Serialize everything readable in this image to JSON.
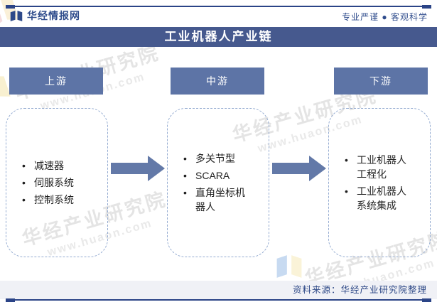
{
  "brand": {
    "name": "华经情报网",
    "tagline": "专业严谨 ● 客观科学"
  },
  "title": "工业机器人产业链",
  "chain": {
    "columns": [
      {
        "stage": "上游",
        "items": [
          "减速器",
          "伺服系统",
          "控制系统"
        ]
      },
      {
        "stage": "中游",
        "items": [
          "多关节型",
          "SCARA",
          "直角坐标机\n器人"
        ]
      },
      {
        "stage": "下游",
        "items": [
          "工业机器人\n工程化",
          "工业机器人\n系统集成"
        ]
      }
    ]
  },
  "footer": {
    "source": "资料来源：华经产业研究院整理"
  },
  "watermark": {
    "line1": "华经产业研究院",
    "line2": "www.huaon.com"
  },
  "colors": {
    "title_bar": "#46598E",
    "stage_box": "#5D74A6",
    "arrow": "#6379A8",
    "accent_line": "#2B4487",
    "navy_text": "#2F4C8C",
    "dashed_border": "#94ABD1",
    "footer_bg": "#F0F1F6"
  }
}
